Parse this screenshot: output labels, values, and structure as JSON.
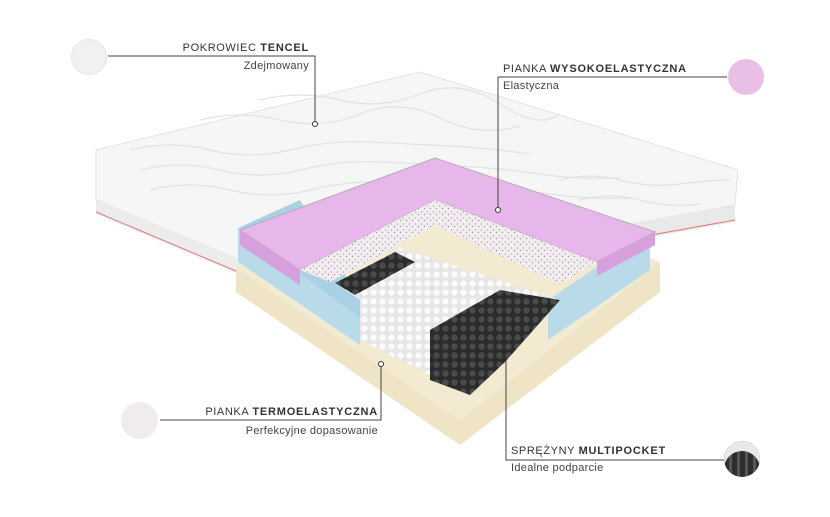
{
  "callouts": {
    "cover": {
      "prefix": "POKROWIEC",
      "bold": "TENCEL",
      "sub": "Zdejmowany",
      "swatch_color": "#f1f1f1"
    },
    "high_elastic": {
      "prefix": "PIANKA",
      "bold": "WYSOKOELASTYCZNA",
      "sub": "Elastyczna",
      "swatch_color": "#e9bfe6"
    },
    "thermo": {
      "prefix": "PIANKA",
      "bold": "TERMOELASTYCZNA",
      "sub": "Perfekcyjne dopasowanie",
      "swatch_color": "#efeceb"
    },
    "springs": {
      "prefix": "SPRĘŻYNY",
      "bold": "MULTIPOCKET",
      "sub": "Idealne podparcie",
      "swatch_color": "#3a3a3a"
    }
  },
  "colors": {
    "mattress_cover": "#f4f4f4",
    "pink_foam": "#e7b6ea",
    "blue_foam": "#b9dbe9",
    "yellow_foam": "#f3ead2",
    "dark_springs": "#2b2b2b",
    "edge_line": "#e07a7a"
  }
}
